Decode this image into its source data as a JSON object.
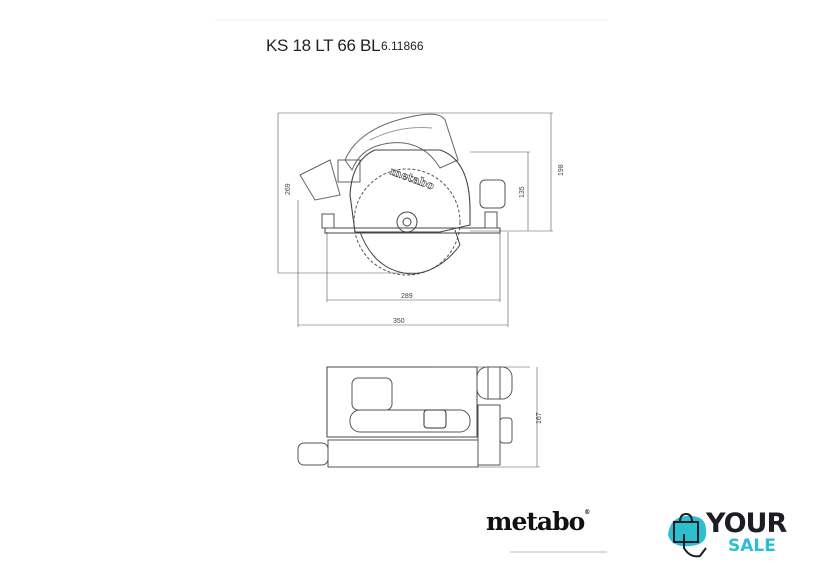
{
  "header": {
    "model": "KS 18 LT 66 BL",
    "article_number": "6.11866"
  },
  "side_view": {
    "dimensions": {
      "height_total": "269",
      "height_top": "198",
      "cut_depth_height": "135",
      "base_length": "289",
      "overall_length": "350"
    },
    "housing_logo": "metabo"
  },
  "top_view": {
    "dimensions": {
      "width": "167"
    }
  },
  "footer": {
    "brand_logo": "metabo",
    "reseller_logo_line1": "YOUR",
    "reseller_logo_line2": "SALE"
  },
  "colors": {
    "line": "#555555",
    "accent": "#2bbfd0",
    "dark": "#1d1d24"
  }
}
